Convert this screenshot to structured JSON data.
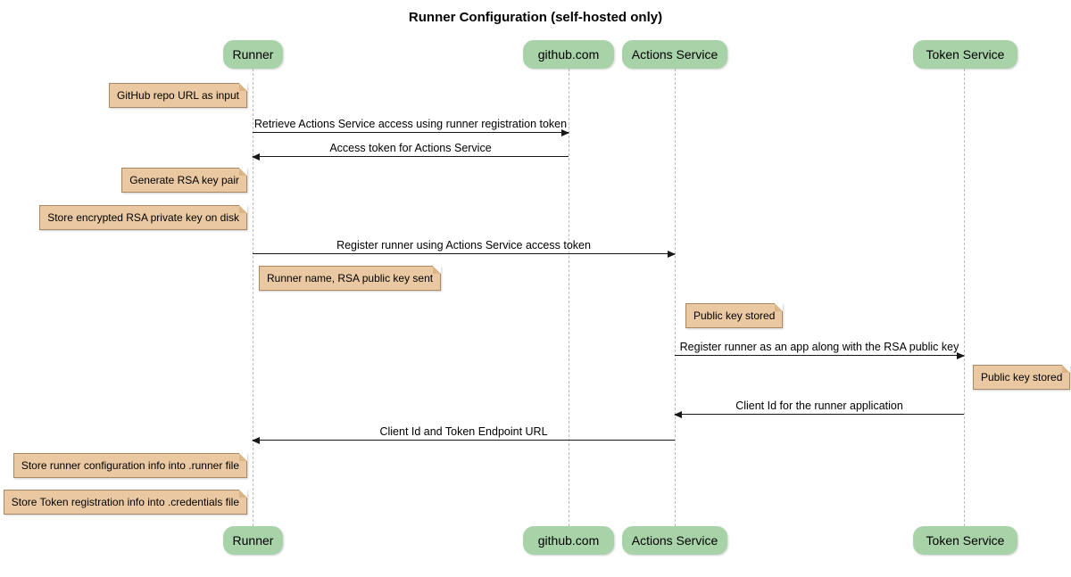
{
  "diagram": {
    "type": "sequence",
    "title": "Runner Configuration (self-hosted only)"
  },
  "participants": [
    {
      "label": "Runner"
    },
    {
      "label": "github.com"
    },
    {
      "label": "Actions Service"
    },
    {
      "label": "Token Service"
    }
  ],
  "messages": [
    {
      "from": "Runner",
      "to": "github.com",
      "direction": "right",
      "text": "Retrieve Actions Service access using runner registration token"
    },
    {
      "from": "github.com",
      "to": "Runner",
      "direction": "left",
      "text": "Access token for Actions Service"
    },
    {
      "from": "Runner",
      "to": "Actions Service",
      "direction": "right",
      "text": "Register runner using Actions Service access token"
    },
    {
      "from": "Actions Service",
      "to": "Token Service",
      "direction": "right",
      "text": "Register runner as an app along with the RSA public key"
    },
    {
      "from": "Token Service",
      "to": "Actions Service",
      "direction": "left",
      "text": "Client Id for the runner application"
    },
    {
      "from": "Actions Service",
      "to": "Runner",
      "direction": "left",
      "text": "Client Id and Token Endpoint URL"
    }
  ],
  "notes": [
    {
      "anchor": "left of Runner",
      "text": "GitHub repo URL as input"
    },
    {
      "anchor": "left of Runner",
      "text": "Generate RSA key pair"
    },
    {
      "anchor": "left of Runner",
      "text": "Store encrypted RSA private key on disk"
    },
    {
      "anchor": "right of Runner",
      "text": "Runner name, RSA public key sent"
    },
    {
      "anchor": "right of Actions Service",
      "text": "Public key stored"
    },
    {
      "anchor": "right of Token Service",
      "text": "Public key stored"
    },
    {
      "anchor": "left of Runner",
      "text": "Store runner configuration info into .runner file"
    },
    {
      "anchor": "left of Runner",
      "text": "Store Token registration info into .credentials file"
    }
  ],
  "colors": {
    "background": "#ffffff",
    "participant_fill": "#a8d2a8",
    "note_fill": "#eac9a2",
    "note_border": "#a68a64",
    "note_fold": "#dbb587",
    "lifeline": "#bbbbbb",
    "arrow": "#181818",
    "text": "#000000"
  }
}
